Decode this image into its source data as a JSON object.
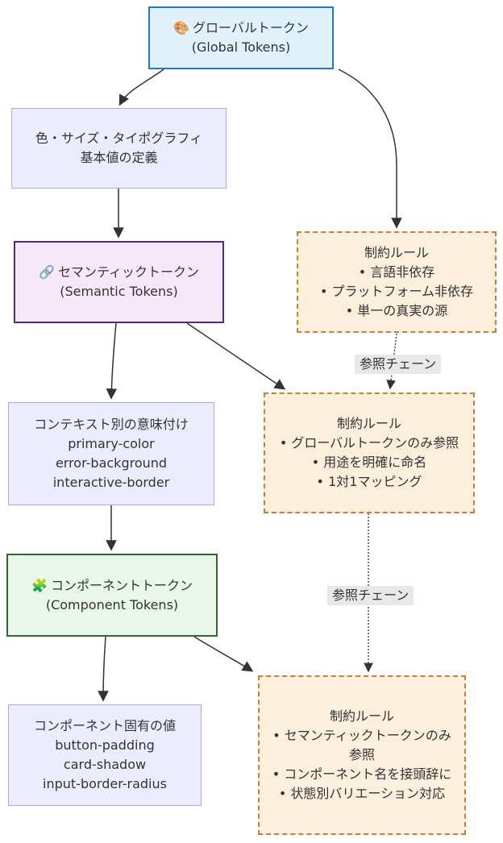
{
  "diagram": {
    "nodes": {
      "global": {
        "icon": "🎨",
        "title": "グローバルトークン",
        "subtitle": "(Global Tokens)"
      },
      "global_desc": {
        "line1": "色・サイズ・タイポグラフィ",
        "line2": "基本値の定義"
      },
      "semantic": {
        "icon": "🔗",
        "title": "セマンティックトークン",
        "subtitle": "(Semantic Tokens)"
      },
      "semantic_desc": {
        "line1": "コンテキスト別の意味付け",
        "line2": "primary-color",
        "line3": "error-background",
        "line4": "interactive-border"
      },
      "component": {
        "icon": "🧩",
        "title": "コンポーネントトークン",
        "subtitle": "(Component Tokens)"
      },
      "component_desc": {
        "line1": "コンポーネント固有の値",
        "line2": "button-padding",
        "line3": "card-shadow",
        "line4": "input-border-radius"
      },
      "rules_global": {
        "title": "制約ルール",
        "items": [
          "言語非依存",
          "プラットフォーム非依存",
          "単一の真実の源"
        ]
      },
      "rules_semantic": {
        "title": "制約ルール",
        "items": [
          "グローバルトークンのみ参照",
          "用途を明確に命名",
          "1対1マッピング"
        ]
      },
      "rules_component": {
        "title": "制約ルール",
        "items": [
          "セマンティックトークンのみ参照",
          "コンポーネント名を接頭辞に",
          "状態別バリエーション対応"
        ]
      }
    },
    "edge_labels": {
      "ref_chain_1": "参照チェーン",
      "ref_chain_2": "参照チェーン"
    },
    "colors": {
      "global_fill": "#dff2fc",
      "global_border": "#2778b5",
      "plain_fill": "#ececff",
      "plain_border": "#b5a5d8",
      "semantic_fill": "#f7e8f9",
      "semantic_border": "#4b2e83",
      "component_fill": "#e9f6ea",
      "component_border": "#2d6a31",
      "rules_fill": "#fcefdc",
      "rules_border": "#c87f3b",
      "edge": "#333333",
      "edge_label_bg": "#e8e8e8"
    }
  }
}
